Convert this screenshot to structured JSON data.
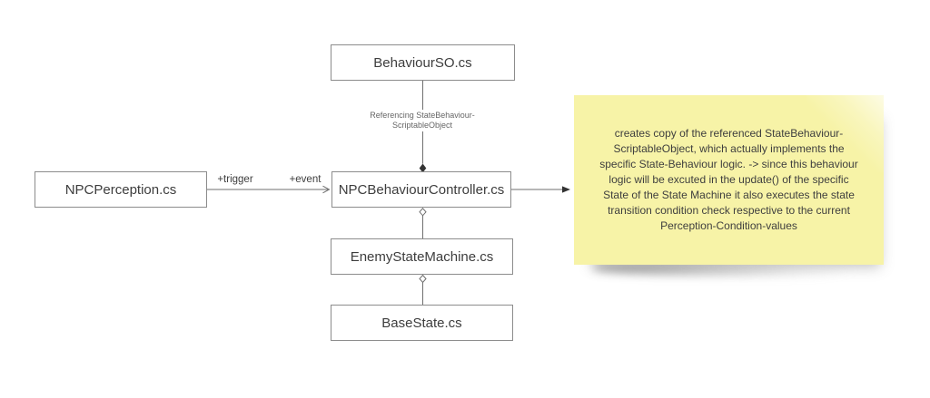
{
  "nodes": {
    "behaviourso": "BehaviourSO.cs",
    "npcperception": "NPCPerception.cs",
    "controller": "NPCBehaviourController.cs",
    "enemystatemachine": "EnemyStateMachine.cs",
    "basestate": "BaseState.cs"
  },
  "edges": {
    "referencing": {
      "line1": "Referencing StateBehaviour-",
      "line2": "ScriptableObject"
    },
    "trigger_label": "+trigger",
    "event_label": "+event"
  },
  "note": {
    "lines": [
      "creates copy of the referenced StateBehaviour-",
      "ScriptableObject, which actually implements the",
      "specific State-Behaviour logic. -> since this behaviour",
      "logic will be excuted in the update() of the specific",
      "State of the State Machine it also executes the state",
      "transition condition check respective to the current",
      "Perception-Condition-values"
    ]
  },
  "colors": {
    "note_bg": "#f7f3a7",
    "box_border": "#8c8c8c",
    "line": "#6f6f6f",
    "text": "#3d3d3d",
    "muted_text": "#666666",
    "canvas_bg": "#ffffff"
  }
}
